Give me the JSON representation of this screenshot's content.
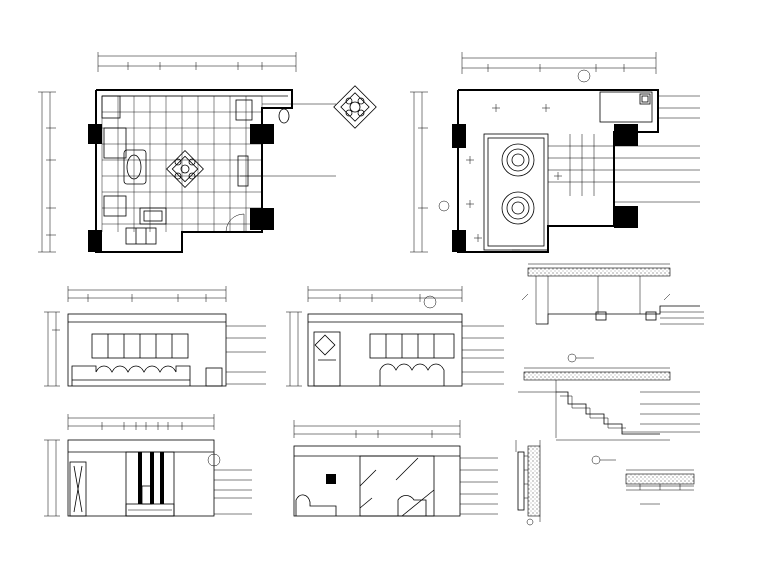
{
  "drawing": {
    "type": "architectural CAD sheet",
    "views": [
      "floor-plan",
      "ceiling-plan",
      "elevation-a",
      "elevation-b",
      "elevation-c",
      "elevation-d",
      "ceiling-section",
      "step-section",
      "wall-section",
      "detail-section"
    ]
  },
  "colors": {
    "line": "#000000",
    "background": "#ffffff"
  }
}
